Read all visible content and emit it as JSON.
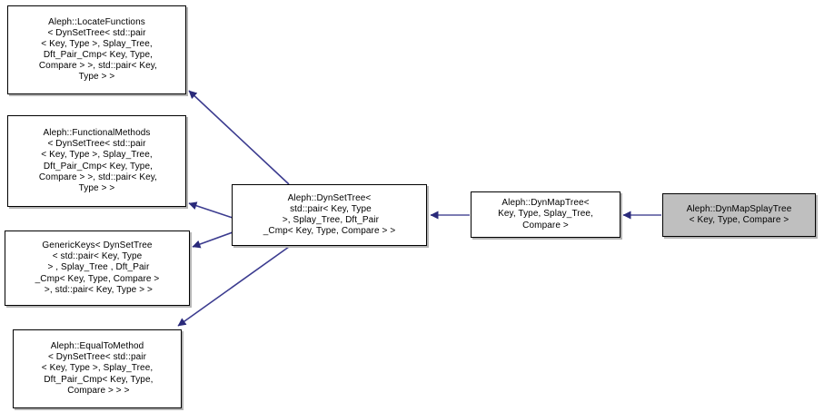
{
  "diagram": {
    "type": "class-inheritance",
    "title": "Aleph::DynMapSplayTree inheritance diagram",
    "colors": {
      "edge_line": "#6a6aa8",
      "edge_arrow": "#2a2a7a",
      "node_border": "#000000",
      "node_fill": "#ffffff",
      "current_node_fill": "#bfbfbf",
      "text": "#000000",
      "background": "#ffffff"
    },
    "nodes": [
      {
        "id": "locatefunctions",
        "label": "Aleph::LocateFunctions\n< DynSetTree< std::pair\n< Key, Type >, Splay_Tree,\n Dft_Pair_Cmp< Key, Type,\n Compare > >, std::pair< Key,\nType > >",
        "current": false
      },
      {
        "id": "functionalmethods",
        "label": "Aleph::FunctionalMethods\n< DynSetTree< std::pair\n< Key, Type >, Splay_Tree,\n Dft_Pair_Cmp< Key, Type,\n Compare > >, std::pair< Key,\nType > >",
        "current": false
      },
      {
        "id": "generickeys",
        "label": "GenericKeys< DynSetTree\n< std::pair< Key, Type\n > , Splay_Tree , Dft_Pair\n_Cmp< Key, Type, Compare >\n >, std::pair< Key, Type > >",
        "current": false
      },
      {
        "id": "equaltomethod",
        "label": "Aleph::EqualToMethod\n< DynSetTree< std::pair\n< Key, Type >, Splay_Tree,\n Dft_Pair_Cmp< Key, Type,\n Compare > > >",
        "current": false
      },
      {
        "id": "dynsettree",
        "label": "Aleph::DynSetTree<\n std::pair< Key, Type\n >, Splay_Tree, Dft_Pair\n_Cmp< Key, Type, Compare > >",
        "current": false
      },
      {
        "id": "dynmaptree",
        "label": "Aleph::DynMapTree<\nKey, Type, Splay_Tree,\nCompare >",
        "current": false
      },
      {
        "id": "dynmapsplaytree",
        "label": "Aleph::DynMapSplayTree\n< Key, Type, Compare >",
        "current": true
      }
    ],
    "edges": [
      {
        "from": "dynsettree",
        "to": "locatefunctions",
        "relation": "inherits"
      },
      {
        "from": "dynsettree",
        "to": "functionalmethods",
        "relation": "inherits"
      },
      {
        "from": "dynsettree",
        "to": "generickeys",
        "relation": "inherits"
      },
      {
        "from": "dynsettree",
        "to": "equaltomethod",
        "relation": "inherits"
      },
      {
        "from": "dynmaptree",
        "to": "dynsettree",
        "relation": "inherits"
      },
      {
        "from": "dynmapsplaytree",
        "to": "dynmaptree",
        "relation": "inherits"
      }
    ]
  }
}
